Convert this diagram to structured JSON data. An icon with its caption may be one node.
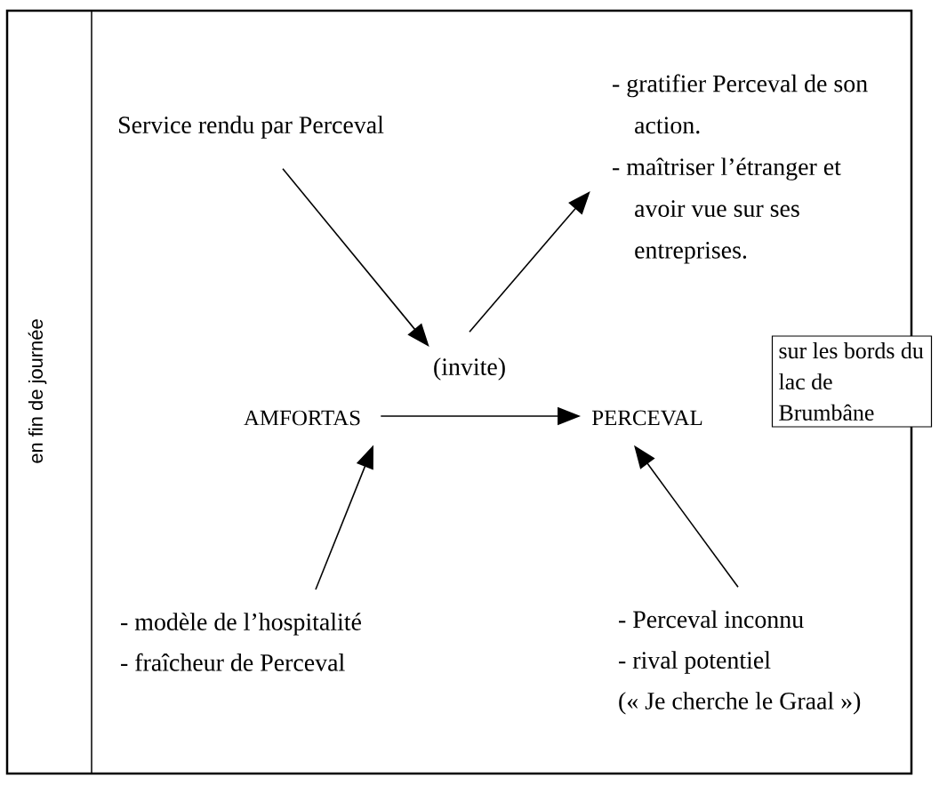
{
  "diagram": {
    "nodes": [
      {
        "text": [
          "Service rendu par Perceval"
        ]
      },
      {
        "text": [
          "- gratifier Perceval de son action.",
          "- maîtriser l’étranger et avoir vue sur ses entreprises."
        ]
      },
      {
        "text": [
          "(invite)"
        ]
      },
      {
        "text": [
          "AMFORTAS"
        ]
      },
      {
        "text": [
          "PERCEVAL"
        ]
      },
      {
        "text": [
          "- modèle de l’hospitalité",
          "- fraîcheur de Perceval"
        ]
      },
      {
        "text": [
          "- Perceval inconnu",
          "- rival potentiel",
          "(« Je cherche le Graal »)"
        ]
      },
      {
        "text": [
          "sur les bords du lac de Brumbâne"
        ]
      }
    ],
    "edges": [
      {
        "from": 0,
        "to": 2,
        "arrow": "to"
      },
      {
        "from": 2,
        "to": 1,
        "arrow": "to"
      },
      {
        "from": 3,
        "to": 4,
        "arrow": "to"
      },
      {
        "from": 5,
        "to": 3,
        "arrow": "to"
      },
      {
        "from": 6,
        "to": 4,
        "arrow": "to"
      }
    ],
    "labels": [
      "en fin de journée"
    ]
  }
}
